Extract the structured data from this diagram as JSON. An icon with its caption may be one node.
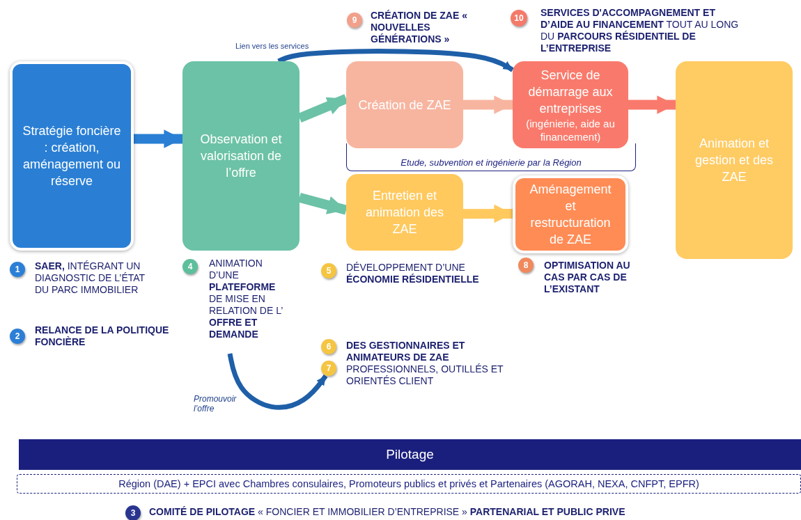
{
  "diagram": {
    "nodes": [
      {
        "text": [
          "Stratégie foncière : création, aménagement ou réserve"
        ]
      },
      {
        "text": [
          "Observation et valorisation de l’offre"
        ]
      },
      {
        "text": [
          "Création de ZAE"
        ]
      },
      {
        "text": [
          "Service de démarrage aux entreprises",
          "(ingénierie, aide au financement)"
        ]
      },
      {
        "text": [
          "Etude, subvention et ingénierie par la Région"
        ]
      },
      {
        "text": [
          "Entretien et animation des ZAE"
        ]
      },
      {
        "text": [
          "Aménagement et restructuration de ZAE"
        ]
      },
      {
        "text": [
          "Animation et gestion et des ZAE"
        ]
      },
      {
        "text": [
          "Pilotage"
        ]
      },
      {
        "text": [
          "Région (DAE) + EPCI avec Chambres consulaires, Promoteurs publics et privés et Partenaires (AGORAH, NEXA, CNFPT, EPFR)"
        ]
      },
      {
        "text": [
          "1"
        ],
        "beside": [
          "**SAER,** INTÉGRANT UN DIAGNOSTIC DE L’ÉTAT DU PARC IMMOBILIER"
        ]
      },
      {
        "text": [
          "2"
        ],
        "beside": [
          "RELANCE DE LA POLITIQUE FONCIÈRE"
        ]
      },
      {
        "text": [
          "4"
        ],
        "beside": [
          "ANIMATION D’UNE **PLATEFORME** DE MISE EN RELATION DE L’ **OFFRE ET DEMANDE**"
        ]
      },
      {
        "text": [
          "5"
        ],
        "beside": [
          "DÉVELOPPEMENT D’UNE **ÉCONOMIE RÉSIDENTIELLE**"
        ]
      },
      {
        "text": [
          "8"
        ],
        "beside": [
          "OPTIMISATION AU CAS PAR CAS DE L’EXISTANT"
        ]
      },
      {
        "text": [
          "9"
        ],
        "beside": [
          "CRÉATION DE ZAE « NOUVELLES GÉNÉRATIONS »"
        ]
      },
      {
        "text": [
          "10"
        ],
        "beside": [
          "**SERVICES D'ACCOMPAGNEMENT ET D’AIDE AU FINANCEMENT** TOUT AU LONG DU **PARCOURS RÉSIDENTIEL DE L’ENTREPRISE**"
        ]
      },
      {
        "text": [
          "6"
        ],
        "beside": [
          "DES GESTIONNAIRES ET ANIMATEURS DE ZAE"
        ]
      },
      {
        "text": [
          "7"
        ],
        "beside": [
          "PROFESSIONNELS, OUTILLÉS ET ORIENTÉS CLIENT"
        ]
      },
      {
        "text": [
          "3"
        ],
        "beside": [
          "**COMITÉ DE PILOTAGE** « FONCIER ET IMMOBILIER D’ENTREPRISE » **PARTENARIAL ET PUBLIC PRIVE**"
        ]
      }
    ],
    "edges": [
      {
        "from": 0,
        "to": 1,
        "arrow": "to",
        "color": "#2a7fd4"
      },
      {
        "from": 1,
        "to": 2,
        "arrow": "to",
        "color": "#6cc2a6"
      },
      {
        "from": 1,
        "to": 5,
        "arrow": "to",
        "color": "#6cc2a6"
      },
      {
        "from": 2,
        "to": 3,
        "arrow": "to",
        "color": "#f7b5a0"
      },
      {
        "from": 5,
        "to": 6,
        "arrow": "to",
        "color": "#ffc95e"
      },
      {
        "from": 3,
        "to": 7,
        "arrow": "to",
        "color": "#f97a6c"
      },
      {
        "from": 1,
        "to": 3,
        "arrow": "to",
        "label": "Lien vers les services",
        "color": "#1e5fa8"
      },
      {
        "from": null,
        "to": 18,
        "arrow": "to",
        "label": "Promouvoir l’offre",
        "color": "#1e5fa8"
      }
    ]
  }
}
